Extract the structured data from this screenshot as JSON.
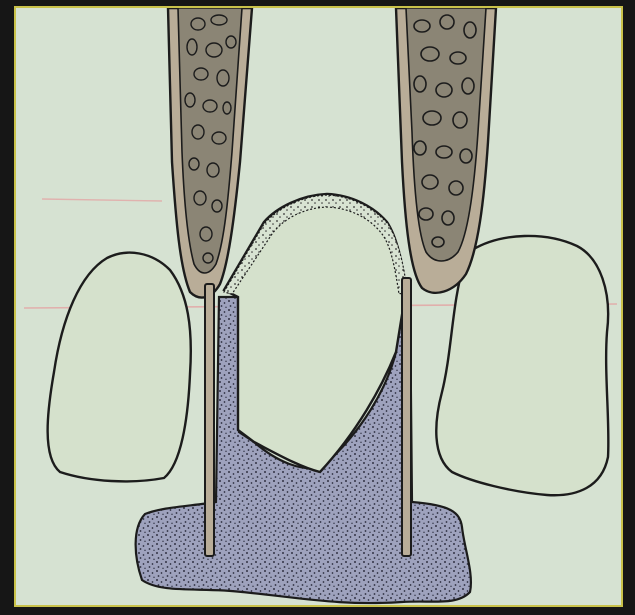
{
  "figure": {
    "colors": {
      "background": "#161616",
      "paper": "#d6e2d2",
      "frame_border": "#c9c24a",
      "ink": "#1c1c1c",
      "tooth_fill": "#d5e1cc",
      "root_wall": "#b9ad98",
      "root_canal": "#8b8575",
      "plaster_fill": "#9ea2bd",
      "rule_line": "#e4a3a3"
    },
    "icons": {
      "left_tooth": "tooth-crown-outline",
      "right_tooth": "tooth-crown-outline",
      "center_crown": "crown-preparation-outline",
      "left_pin": "dowel-pin",
      "right_pin": "dowel-pin",
      "left_root": "abutment-root-section",
      "right_root": "abutment-root-section",
      "stippled_base": "stippled-base-mass"
    }
  }
}
